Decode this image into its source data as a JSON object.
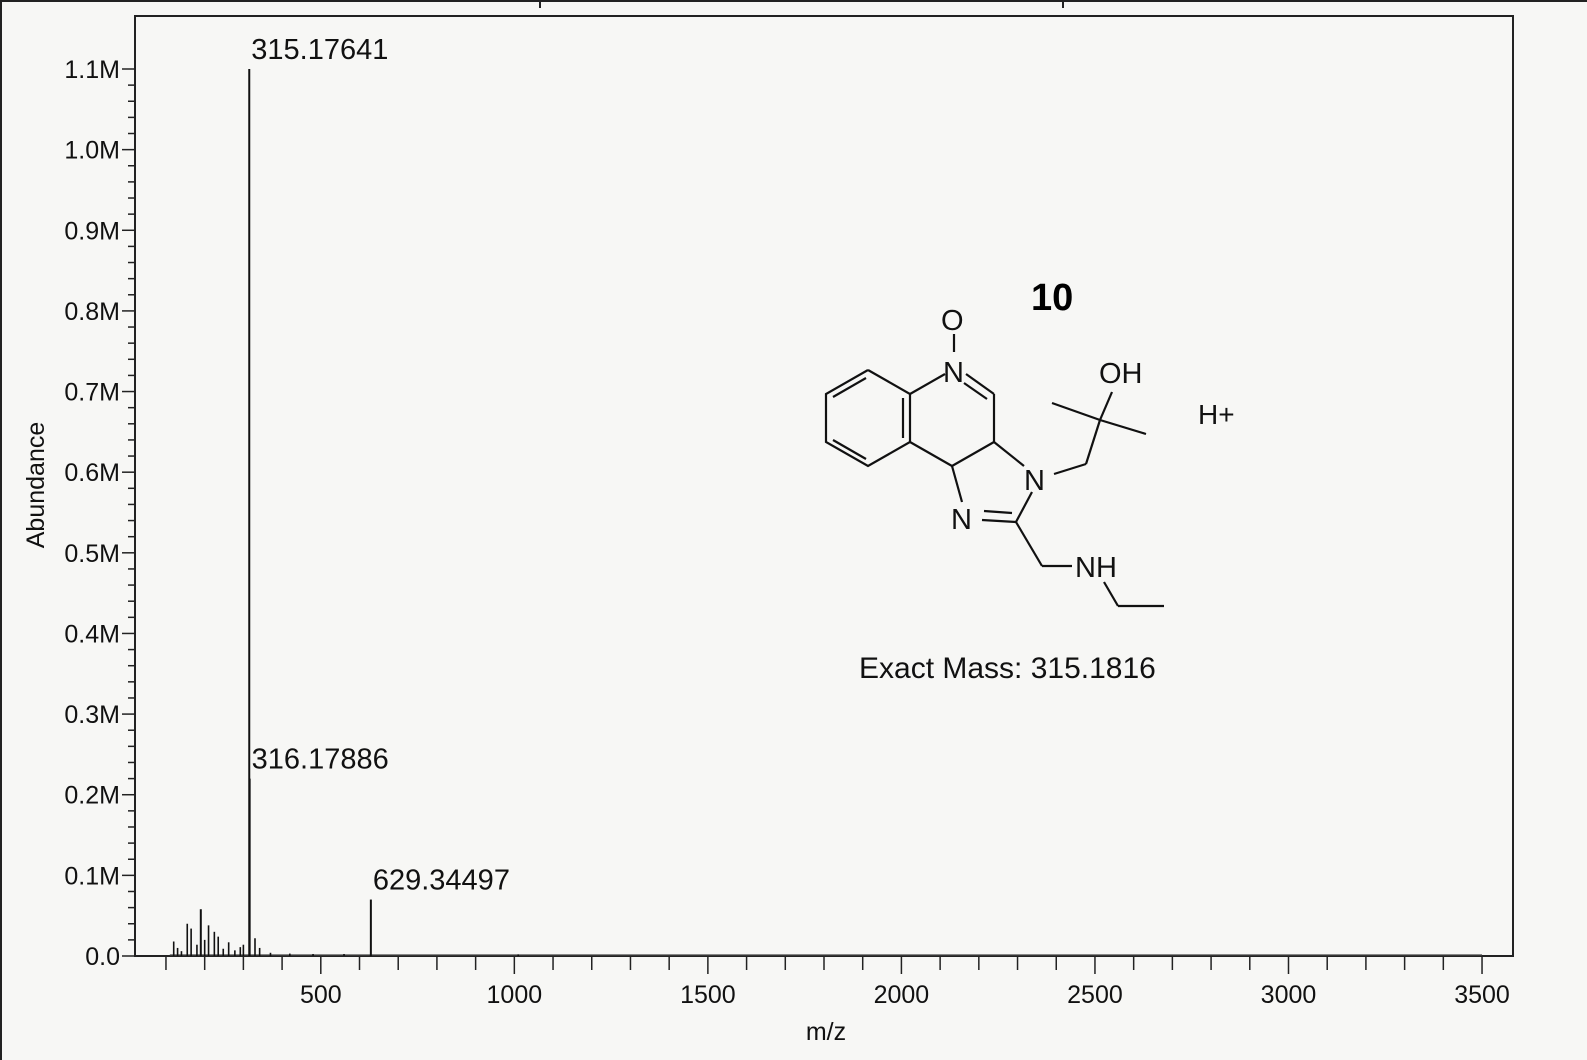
{
  "chart_data": {
    "type": "bar",
    "xlabel": "m/z",
    "ylabel": "Abundance",
    "xlim": [
      20,
      3580
    ],
    "ylim": [
      0,
      1150000
    ],
    "x_ticks": [
      500,
      1000,
      1500,
      2000,
      2500,
      3000,
      3500
    ],
    "x_tick_labels": [
      "500",
      "1000",
      "1500",
      "2000",
      "2500",
      "3000",
      "3500"
    ],
    "x_minor_step": 100,
    "y_ticks": [
      0,
      100000,
      200000,
      300000,
      400000,
      500000,
      600000,
      700000,
      800000,
      900000,
      1000000,
      1100000
    ],
    "y_tick_labels": [
      "0.0",
      "0.1M",
      "0.2M",
      "0.3M",
      "0.4M",
      "0.5M",
      "0.6M",
      "0.7M",
      "0.8M",
      "0.9M",
      "1.0M",
      "1.1M"
    ],
    "y_minor_step": 20000,
    "grid": false,
    "peaks": [
      {
        "mz": 120,
        "abundance": 18000
      },
      {
        "mz": 130,
        "abundance": 10000
      },
      {
        "mz": 140,
        "abundance": 6000
      },
      {
        "mz": 155,
        "abundance": 40000
      },
      {
        "mz": 165,
        "abundance": 34000
      },
      {
        "mz": 180,
        "abundance": 14000
      },
      {
        "mz": 190,
        "abundance": 58000
      },
      {
        "mz": 200,
        "abundance": 20000
      },
      {
        "mz": 210,
        "abundance": 38000
      },
      {
        "mz": 225,
        "abundance": 30000
      },
      {
        "mz": 235,
        "abundance": 24000
      },
      {
        "mz": 248,
        "abundance": 9000
      },
      {
        "mz": 262,
        "abundance": 17000
      },
      {
        "mz": 278,
        "abundance": 7000
      },
      {
        "mz": 292,
        "abundance": 11000
      },
      {
        "mz": 300,
        "abundance": 14000
      },
      {
        "mz": 315.17641,
        "abundance": 1100000
      },
      {
        "mz": 316.17886,
        "abundance": 220000
      },
      {
        "mz": 330,
        "abundance": 22000
      },
      {
        "mz": 342,
        "abundance": 10000
      },
      {
        "mz": 370,
        "abundance": 4000
      },
      {
        "mz": 420,
        "abundance": 3000
      },
      {
        "mz": 480,
        "abundance": 2500
      },
      {
        "mz": 560,
        "abundance": 2500
      },
      {
        "mz": 629.34497,
        "abundance": 70000
      },
      {
        "mz": 1010,
        "abundance": 2000
      }
    ],
    "annotations": [
      {
        "text": "315.17641",
        "mz": 315.17641,
        "abundance": 1100000
      },
      {
        "text": "316.17886",
        "mz": 316.17886,
        "abundance": 220000
      },
      {
        "text": "629.34497",
        "mz": 629.34497,
        "abundance": 70000
      }
    ]
  },
  "structure": {
    "compound_number": "10",
    "atoms": {
      "oxygen": "O",
      "n_oxide": "N",
      "hydroxyl": "OH",
      "ring_n3": "N",
      "ring_n1": "N",
      "amine": "NH"
    },
    "adduct": "H+",
    "exact_mass_label": "Exact Mass: 315.1816"
  }
}
